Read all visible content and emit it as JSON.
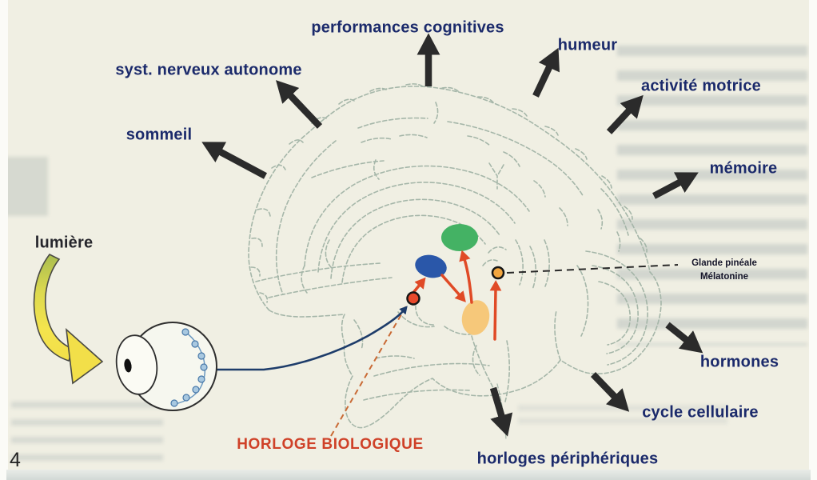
{
  "figure": {
    "number": "4",
    "description": "Sagittal brain diagram of the biological clock: light enters the eye, reaches the suprachiasmatic nuclei, drives the pineal gland (melatonin) and peripheral outputs."
  },
  "labels": {
    "performances_cognitives": "performances cognitives",
    "humeur": "humeur",
    "syst_nerveux_autonome": "syst. nerveux autonome",
    "activite_motrice": "activité motrice",
    "sommeil": "sommeil",
    "memoire": "mémoire",
    "hormones": "hormones",
    "cycle_cellulaire": "cycle cellulaire",
    "horloges_peripheriques": "horloges périphériques",
    "lumiere": "lumière",
    "horloge_biologique": "HORLOGE BIOLOGIQUE",
    "glande_pineale": "Glande pinéale",
    "melatonine": "Mélatonine"
  },
  "colors": {
    "background": "#f0efe3",
    "label_text": "#1b2a6b",
    "clock_label_text": "#cf4128",
    "black_arrow": "#2b2b2b",
    "red_pathway_arrow": "#e04a26",
    "optic_nerve_blue": "#1d3c6a",
    "brain_sketch_line": "#a2b4a6",
    "scn_node": "#e8492b",
    "pineal_node": "#f2a640",
    "green_nucleus": "#44b264",
    "blue_nucleus": "#2a57a9",
    "orange_nucleus": "#f6c87a",
    "light_arrow_yellow": "#f2df49",
    "light_arrow_green_tip": "#a9bd4f"
  }
}
